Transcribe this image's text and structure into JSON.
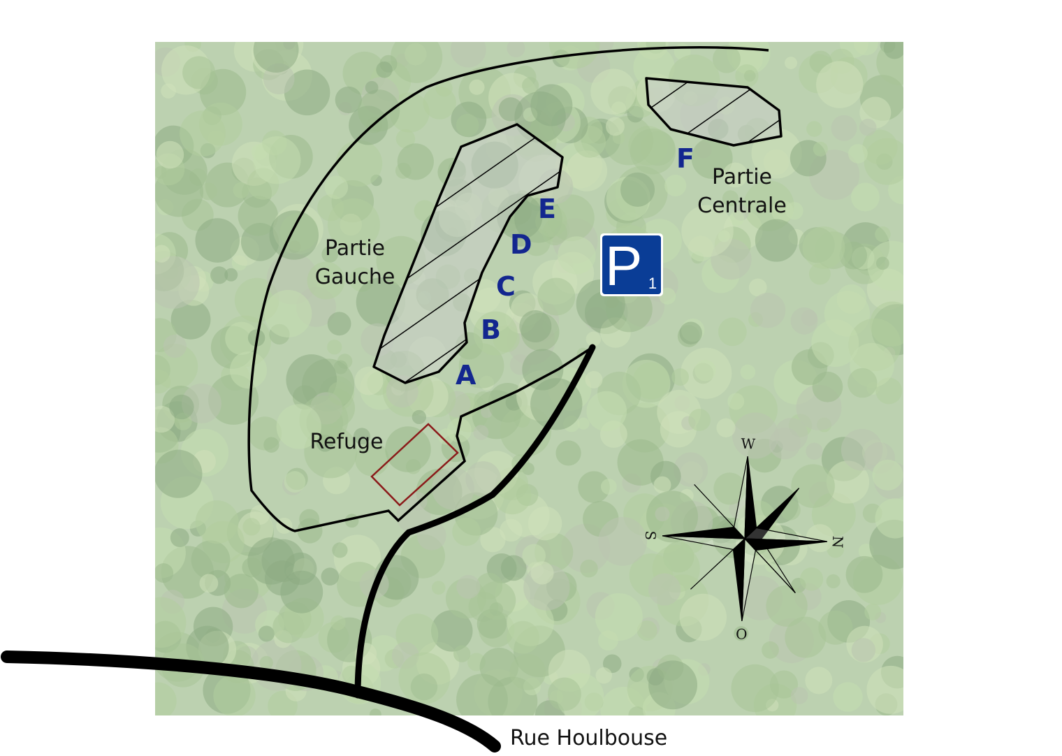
{
  "map": {
    "zones": [
      {
        "label_line1": "Partie",
        "label_line2": "Gauche"
      },
      {
        "label_line1": "Partie",
        "label_line2": "Centrale"
      }
    ],
    "sectors": [
      "A",
      "B",
      "C",
      "D",
      "E",
      "F"
    ],
    "refuge_label": "Refuge",
    "road_label": "Rue Houlbouse",
    "parking": {
      "letter": "P",
      "number": "1",
      "color": "#0a3d96"
    },
    "compass": {
      "north": "N",
      "south": "S",
      "west": "W",
      "east": "O"
    },
    "colors": {
      "sector_text": "#13268f",
      "refuge_outline": "#8b1a1a",
      "photo_tint": "#a9c59a"
    }
  }
}
